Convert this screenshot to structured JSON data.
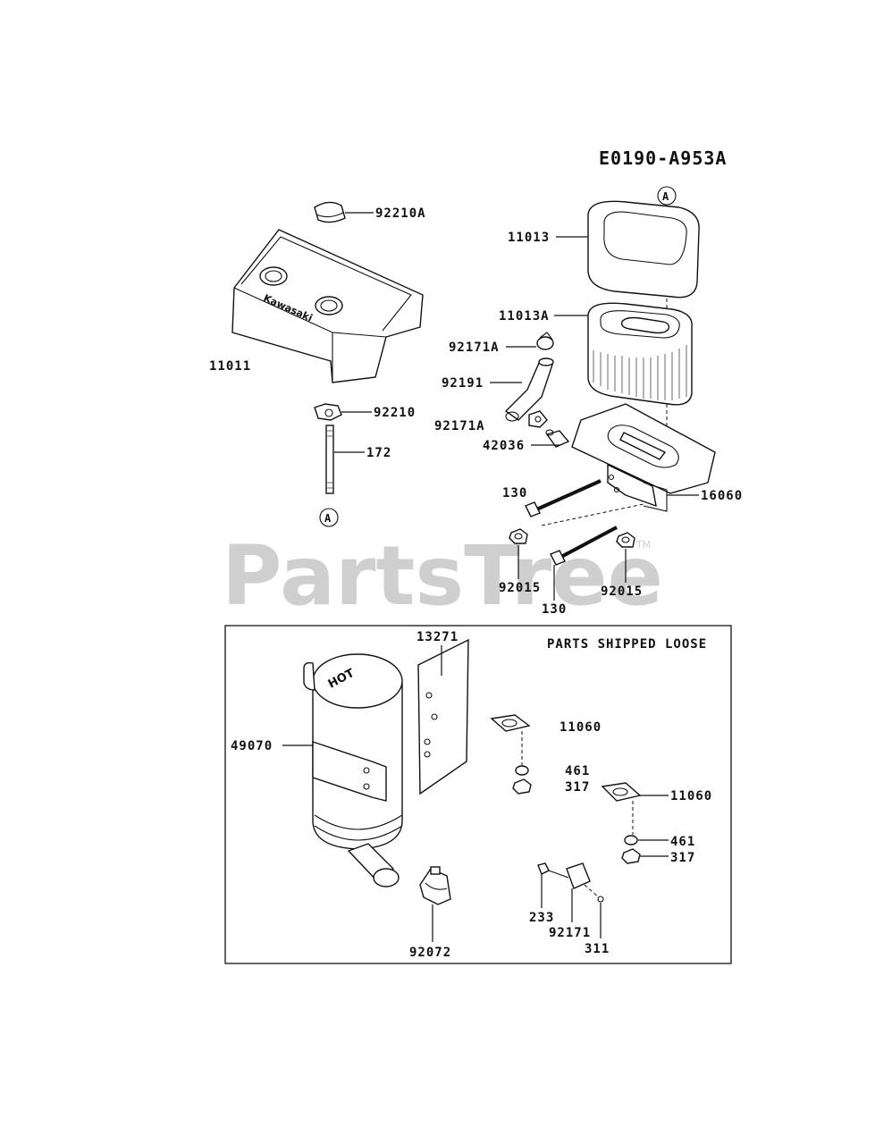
{
  "diagram_code": "E0190-A953A",
  "watermark": {
    "text": "PartsTree",
    "trademark": "TM"
  },
  "ref_marker": "A",
  "cover_brand": "Kawasaki",
  "muffler_badge": "HOT",
  "loose_box_title": "PARTS SHIPPED LOOSE",
  "labels": {
    "p92210A": "92210A",
    "p11013": "11013",
    "p11013A": "11013A",
    "p92171A_top": "92171A",
    "p92191": "92191",
    "p92171A_low": "92171A",
    "p11011": "11011",
    "p92210": "92210",
    "p42036": "42036",
    "p172": "172",
    "p130_upper": "130",
    "p16060": "16060",
    "p92015_left": "92015",
    "p130_lower": "130",
    "p92015_right": "92015",
    "p13271": "13271",
    "p49070": "49070",
    "p11060_left": "11060",
    "p461_left": "461",
    "p317_left": "317",
    "p11060_right": "11060",
    "p461_right": "461",
    "p317_right": "317",
    "p233": "233",
    "p92171": "92171",
    "p311": "311",
    "p92072": "92072"
  }
}
